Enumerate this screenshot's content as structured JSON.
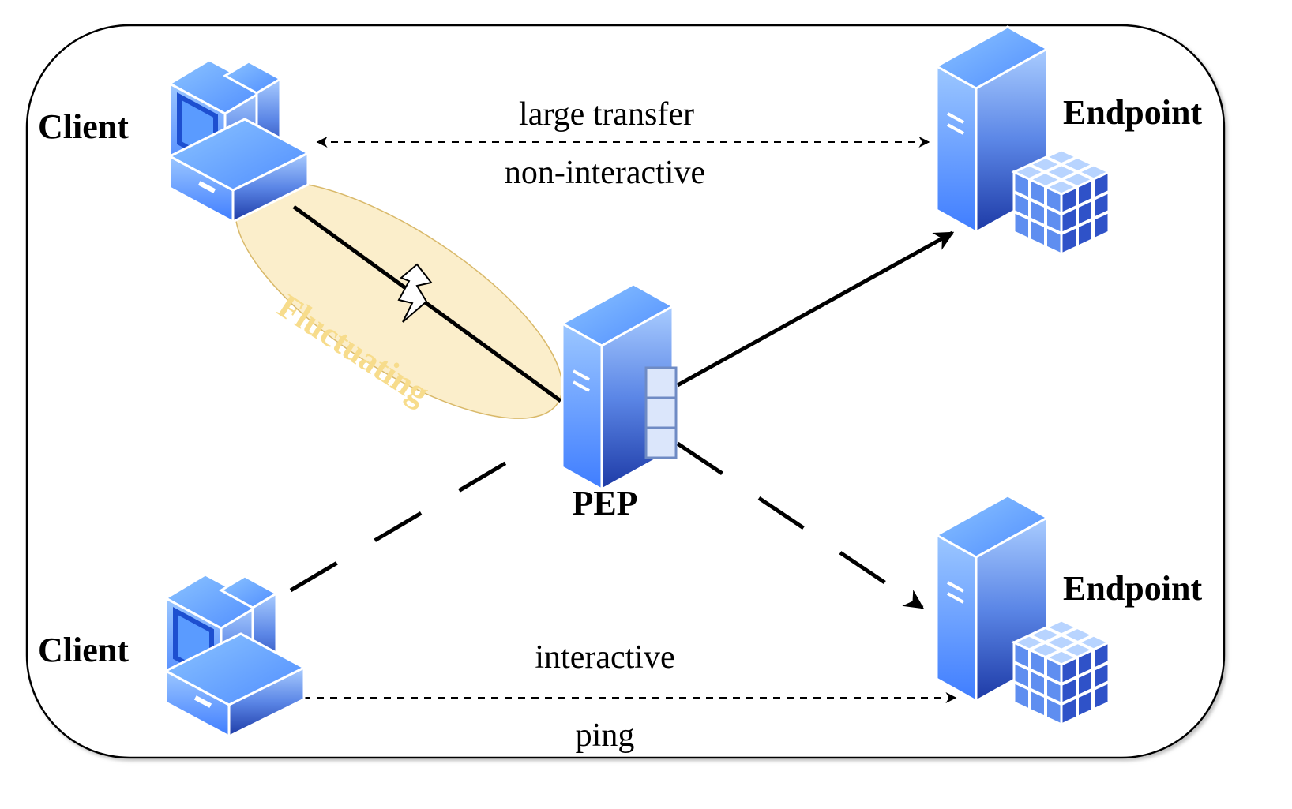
{
  "diagram": {
    "nodes": {
      "client_top": {
        "label": "Client",
        "icon": "desktop-computer-icon"
      },
      "client_bottom": {
        "label": "Client",
        "icon": "desktop-computer-icon"
      },
      "pep": {
        "label": "PEP",
        "icon": "server-with-buffer-icon"
      },
      "endpoint_top": {
        "label": "Endpoint",
        "icon": "server-with-storage-icon"
      },
      "endpoint_bottom": {
        "label": "Endpoint",
        "icon": "server-with-storage-icon"
      }
    },
    "edges": {
      "top_transfer_label_1": "large transfer",
      "top_transfer_label_2": "non-interactive",
      "bottom_label_1": "interactive",
      "bottom_label_2": "ping"
    },
    "region": {
      "label": "Fluctuating",
      "color": "#fbeecb"
    },
    "colors": {
      "device_light": "#8fc2ff",
      "device_dark": "#1a3aa8",
      "frame": "#000000"
    }
  }
}
